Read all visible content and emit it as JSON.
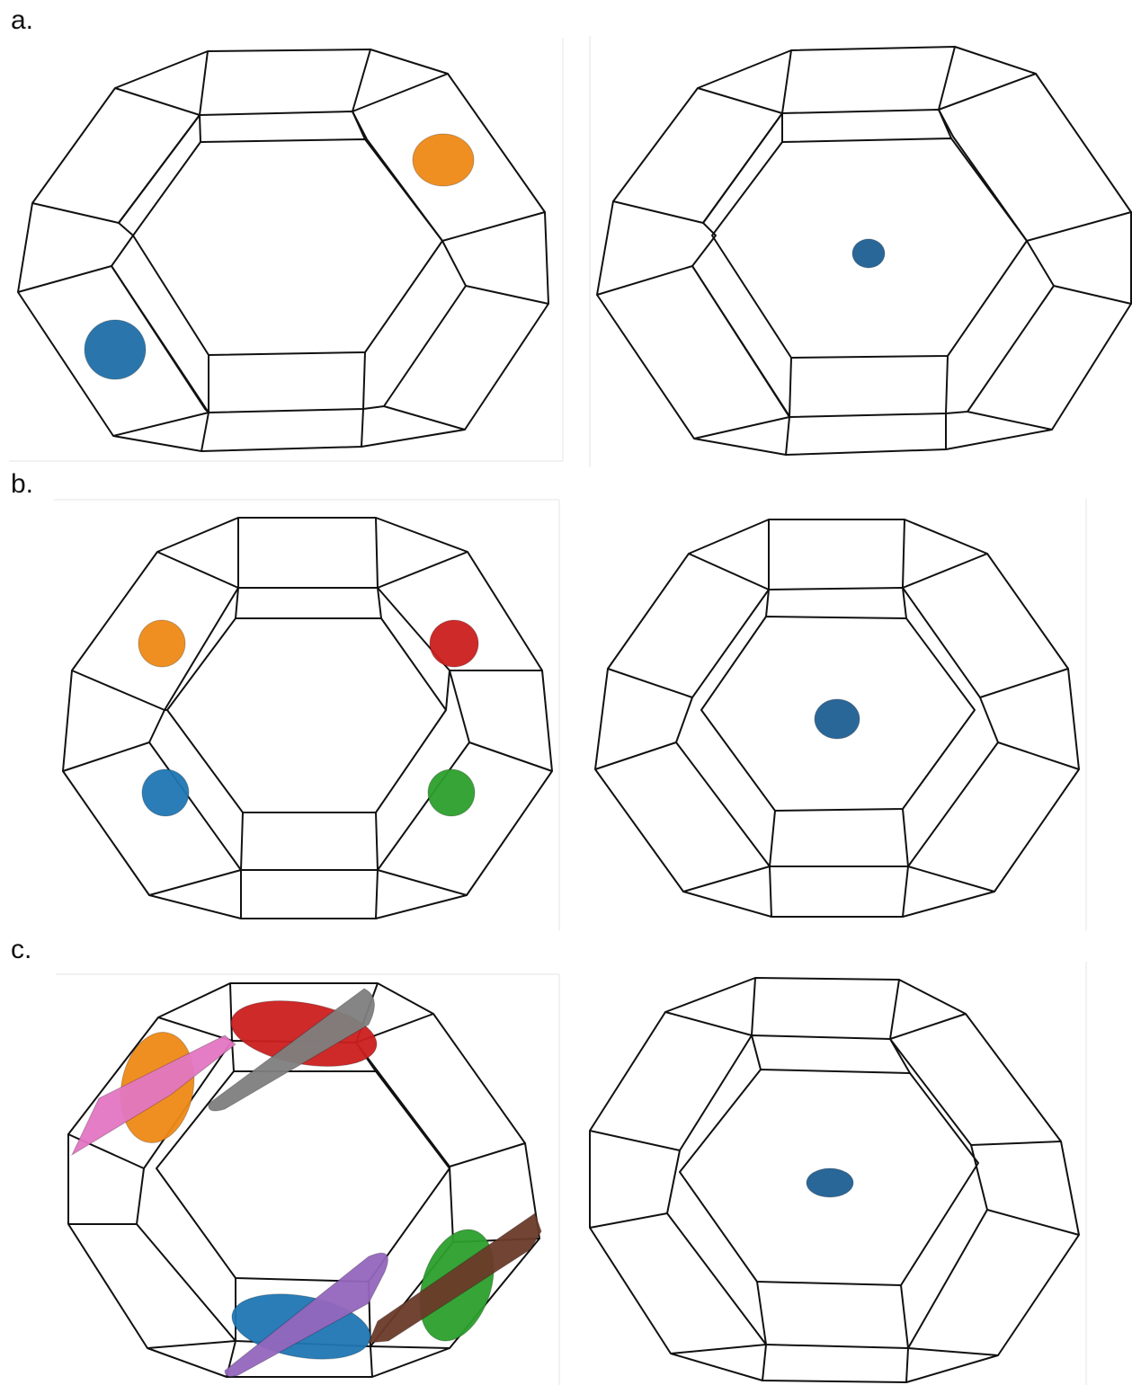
{
  "figure": {
    "rows": [
      {
        "label": "a.",
        "left_pockets": [
          {
            "color": "#ef8a17",
            "shape": "blob"
          },
          {
            "color": "#1f6fa8",
            "shape": "blob"
          }
        ],
        "right_pockets": [
          {
            "color": "#1f5f94",
            "shape": "blob"
          }
        ]
      },
      {
        "label": "b.",
        "left_pockets": [
          {
            "color": "#ef8a17",
            "shape": "blob"
          },
          {
            "color": "#cc1f1f",
            "shape": "blob"
          },
          {
            "color": "#1f77b4",
            "shape": "blob"
          },
          {
            "color": "#2ca02c",
            "shape": "blob"
          }
        ],
        "right_pockets": [
          {
            "color": "#1f5f94",
            "shape": "blob"
          }
        ]
      },
      {
        "label": "c.",
        "left_pockets": [
          {
            "color": "#cc1f1f",
            "shape": "elongated"
          },
          {
            "color": "#7f7f7f",
            "shape": "tube"
          },
          {
            "color": "#ef8a17",
            "shape": "elongated"
          },
          {
            "color": "#e377c2",
            "shape": "tube"
          },
          {
            "color": "#1f77b4",
            "shape": "elongated"
          },
          {
            "color": "#9467bd",
            "shape": "tube"
          },
          {
            "color": "#2ca02c",
            "shape": "elongated"
          },
          {
            "color": "#6b3b2a",
            "shape": "tube"
          }
        ],
        "right_pockets": [
          {
            "color": "#1f5f94",
            "shape": "blob"
          }
        ]
      }
    ]
  }
}
